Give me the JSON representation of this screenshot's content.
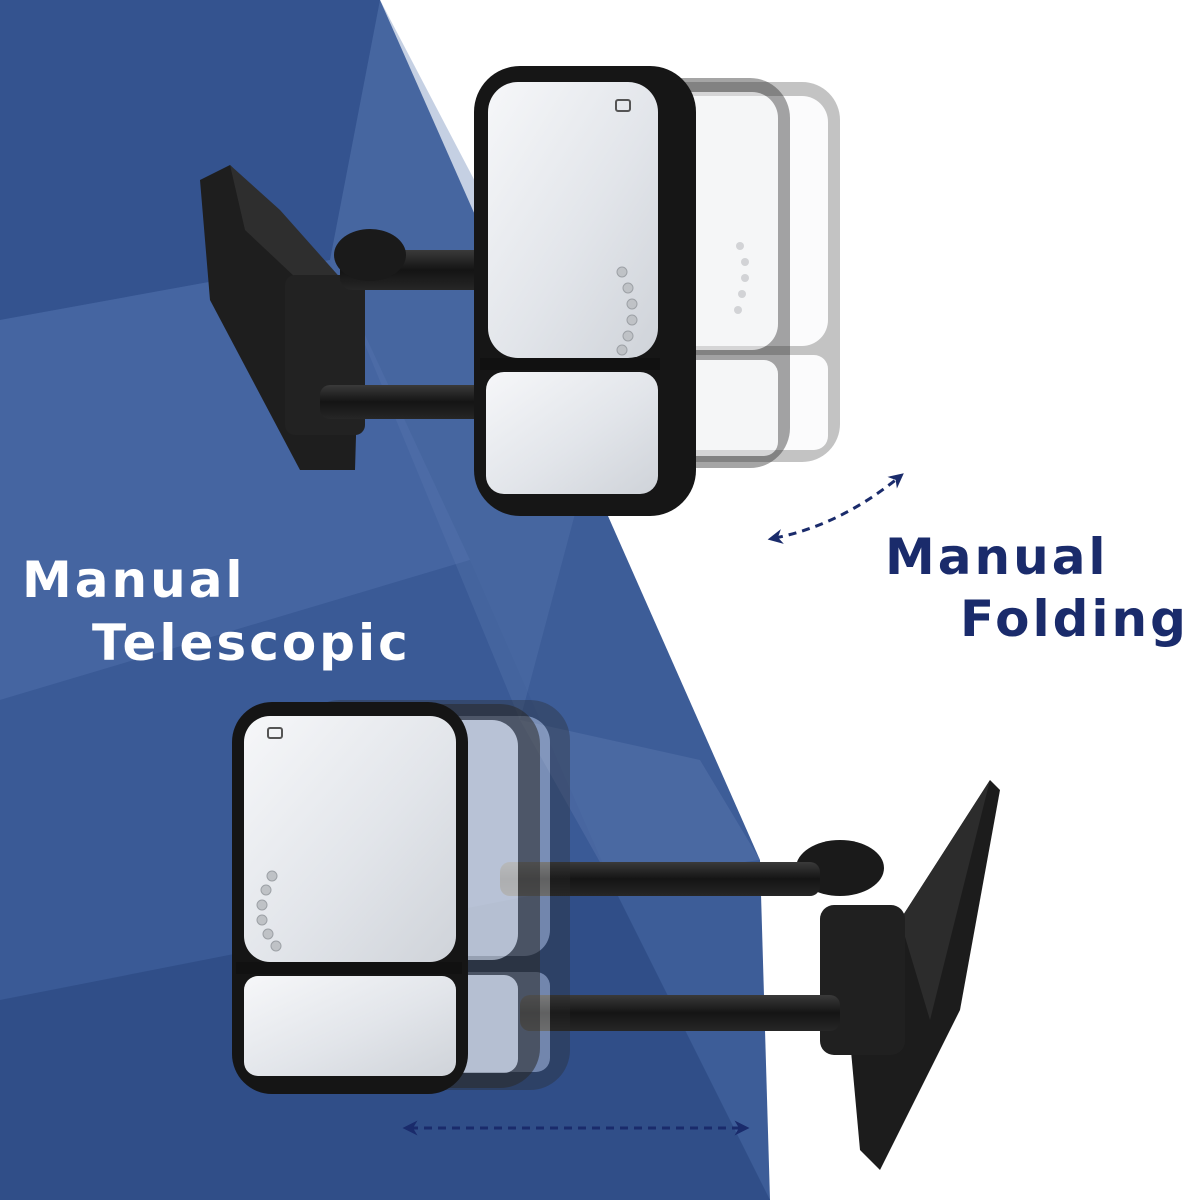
{
  "labels": {
    "telescopic_line1": "Manual",
    "telescopic_line2": "Telescopic",
    "folding_line1": "Manual",
    "folding_line2": "Folding"
  },
  "colors": {
    "panel_blue": "#3d5d98",
    "panel_blue_dark": "#2f4c86",
    "panel_blue_light": "#5a78b0",
    "telescopic_text": "#ffffff",
    "folding_text": "#1a2b6b",
    "arrow": "#1a2b6b",
    "mirror_housing": "#1b1b1b",
    "mirror_glass": "#e9ebee",
    "signal_led": "#bfc2c6"
  },
  "icons": {
    "fold_arrow": "curved-double-arrow-icon",
    "telescope_arrow": "horizontal-double-arrow-icon"
  }
}
